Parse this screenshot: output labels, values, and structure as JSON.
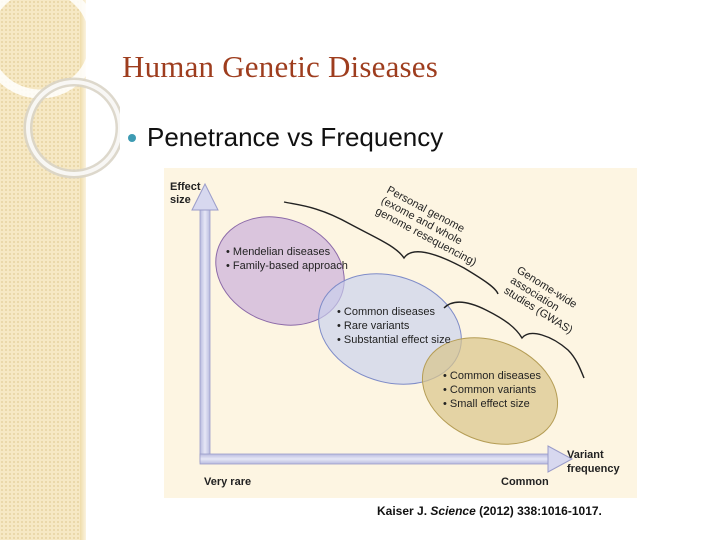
{
  "slide": {
    "title": "Human Genetic Diseases",
    "bullet": "Penetrance vs Frequency"
  },
  "diagram": {
    "y_axis_label": [
      "Effect",
      "size"
    ],
    "x_axis_label": [
      "Variant",
      "frequency"
    ],
    "x_axis_start": "Very rare",
    "x_axis_end": "Common",
    "brace_labels": {
      "personal_genome": [
        "Personal genome",
        "(exome and whole",
        "genome resequencing)"
      ],
      "gwas": [
        "Genome-wide",
        "association",
        "studies (GWAS)"
      ]
    },
    "ellipses": [
      {
        "id": "mendelian",
        "items": [
          "• Mendelian diseases",
          "• Family-based approach"
        ]
      },
      {
        "id": "rare-variants",
        "items": [
          "• Common diseases",
          "• Rare variants",
          "• Substantial effect size"
        ]
      },
      {
        "id": "common-variants",
        "items": [
          "• Common diseases",
          "• Common variants",
          "• Small effect size"
        ]
      }
    ]
  },
  "citation": {
    "author": "Kaiser J.",
    "journal": "Science",
    "details": "(2012) 338:1016-1017."
  },
  "colors": {
    "title": "#9e3d1e",
    "bullet": "#3d9bb3",
    "mendelian_fill": "#cdb4db",
    "rare_fill": "#c4cbe8",
    "common_fill": "#d9c58a",
    "axis": "#c7c9e6"
  }
}
